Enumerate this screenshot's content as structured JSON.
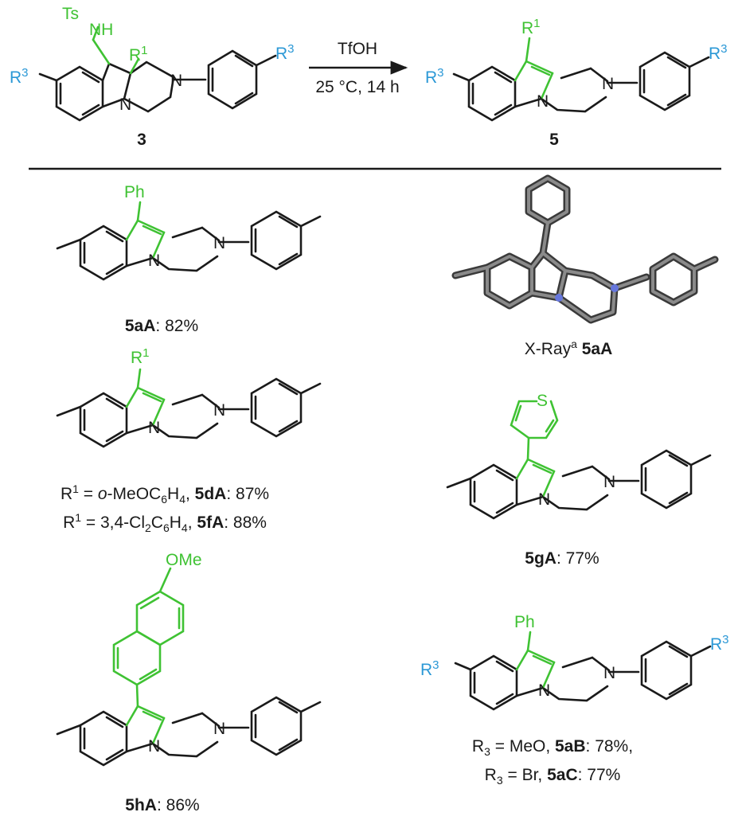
{
  "atoms": {
    "ts": "Ts",
    "nh": "NH",
    "n": "N",
    "r": "R",
    "one": "1",
    "three": "3",
    "ph": "Ph",
    "s": "S",
    "ome": "OMe"
  },
  "reaction": {
    "reagent": "TfOH",
    "conditions": "25 °C, 14 h",
    "start_label": "3",
    "product_label": "5"
  },
  "products": {
    "p5aA": {
      "id": "5aA",
      "yield": ": 82%"
    },
    "xray": {
      "prefix": "X-Ray",
      "sup": "a",
      "id": "5aA"
    },
    "p5d": {
      "line1": {
        "r": "R",
        "sup": "1",
        "eq": " = ",
        "italic": "o",
        "mid": "-MeOC",
        "sub1": "6",
        "h": "H",
        "sub2": "4",
        "comma": ", ",
        "id": "5dA",
        "yield": ": 87%"
      },
      "line2": {
        "r": "R",
        "sup": "1",
        "eq": " = 3,4-Cl",
        "sub0": "2",
        "c": "C",
        "sub1": "6",
        "h": "H",
        "sub2": "4",
        "comma": ", ",
        "id": "5fA",
        "yield": ": 88%"
      }
    },
    "p5gA": {
      "id": "5gA",
      "yield": ": 77%"
    },
    "p5hA": {
      "id": "5hA",
      "yield": ": 86%"
    },
    "p5aB": {
      "lead": "R",
      "sub": "3",
      "eq": " = MeO, ",
      "id": "5aB",
      "yield": ": 78%,"
    },
    "p5aC": {
      "lead": "R",
      "sub": "3",
      "eq": " = Br, ",
      "id": "5aC",
      "yield": ": 77%"
    }
  },
  "colors": {
    "ink": "#1a1a1a",
    "green": "#3fc233",
    "blue": "#2b98d6",
    "xray_grey": "#6e6e6e",
    "xray_blue": "#6677dd"
  }
}
